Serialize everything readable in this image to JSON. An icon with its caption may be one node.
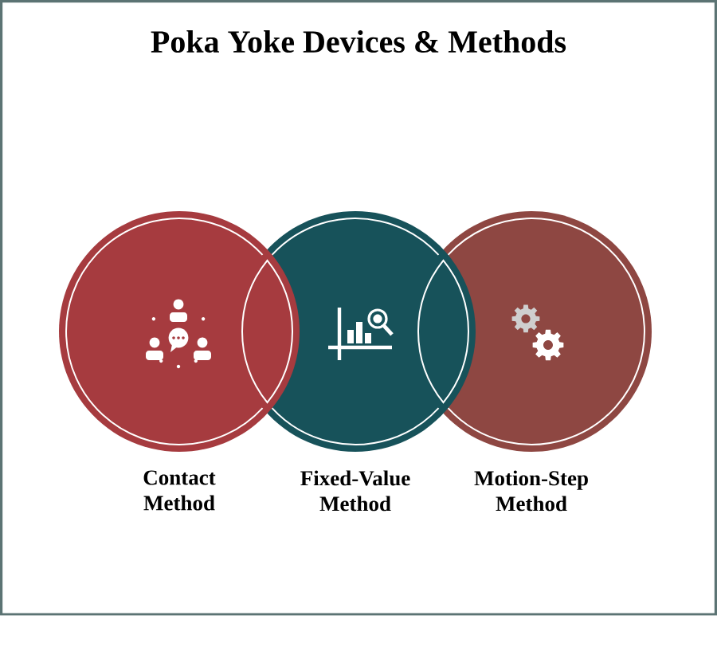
{
  "diagram": {
    "title": "Poka Yoke Devices & Methods",
    "nodes": [
      {
        "text": [
          "Contact Method"
        ]
      },
      {
        "text": [
          "Fixed-Value Method"
        ]
      },
      {
        "text": [
          "Motion-Step Method"
        ]
      }
    ]
  }
}
